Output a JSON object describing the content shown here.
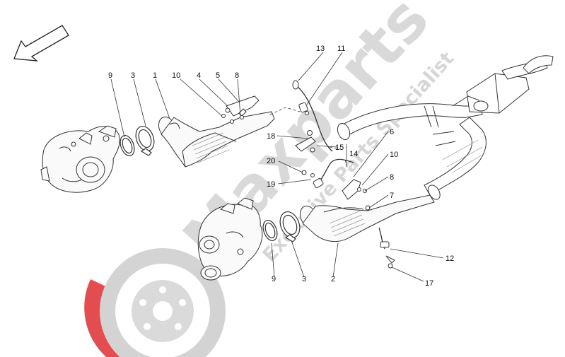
{
  "watermark": {
    "brand": "Maxparts",
    "tagline": "Exclusive Parts Specialist",
    "brand_color": "#c8c8c8",
    "logo_red": "#e03a3e",
    "logo_gray": "#bdbdbd"
  },
  "direction_arrow": {
    "icon": "arrow-down-left-icon"
  },
  "callouts": {
    "c1": "1",
    "c2": "2",
    "c3a": "3",
    "c3b": "3",
    "c4": "4",
    "c5": "5",
    "c6": "6",
    "c7": "7",
    "c8a": "8",
    "c8b": "8",
    "c9a": "9",
    "c9b": "9",
    "c10a": "10",
    "c10b": "10",
    "c11": "11",
    "c12": "12",
    "c13": "13",
    "c14": "14",
    "c15": "15",
    "c17": "17",
    "c18": "18",
    "c19": "19",
    "c20": "20"
  },
  "line_color": "#333333"
}
